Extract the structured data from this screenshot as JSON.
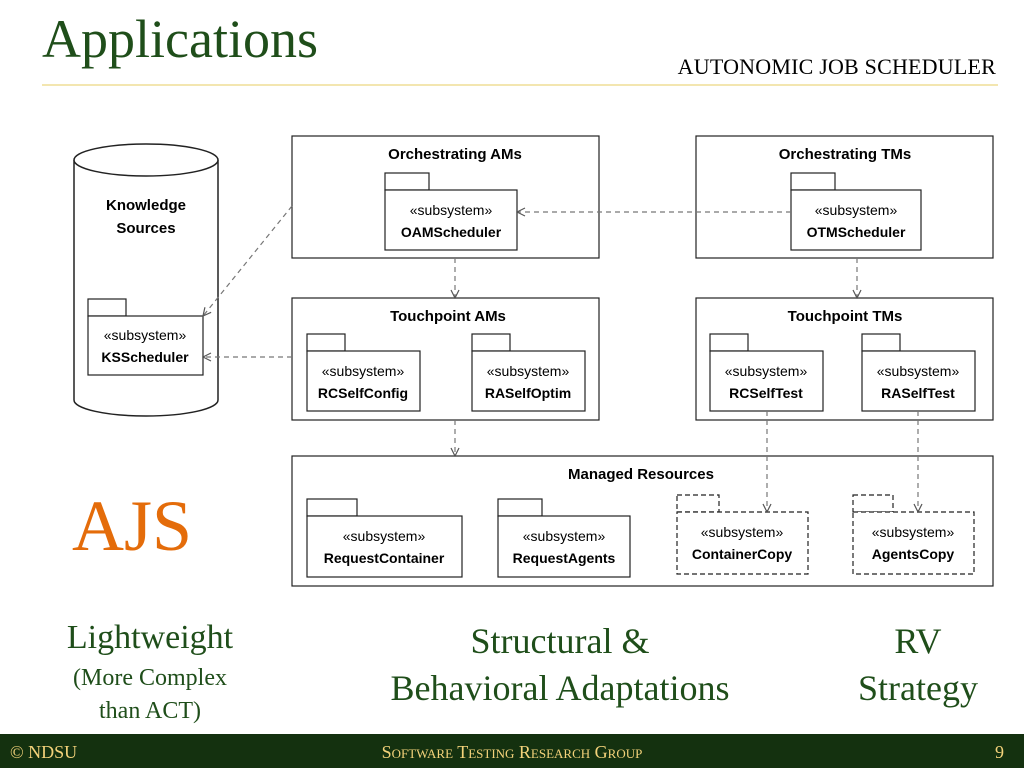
{
  "header": {
    "title": "Applications",
    "subtitle": "AUTONOMIC JOB SCHEDULER"
  },
  "diagram": {
    "knowledge_sources": {
      "label_line1": "Knowledge",
      "label_line2": "Sources",
      "subsystem": {
        "stereotype": "«subsystem»",
        "name": "KSScheduler"
      }
    },
    "orchestrating_ams": {
      "label": "Orchestrating AMs",
      "subsystem": {
        "stereotype": "«subsystem»",
        "name": "OAMScheduler"
      }
    },
    "orchestrating_tms": {
      "label": "Orchestrating TMs",
      "subsystem": {
        "stereotype": "«subsystem»",
        "name": "OTMScheduler"
      }
    },
    "touchpoint_ams": {
      "label": "Touchpoint AMs",
      "subsystems": [
        {
          "stereotype": "«subsystem»",
          "name": "RCSelfConfig"
        },
        {
          "stereotype": "«subsystem»",
          "name": "RASelfOptim"
        }
      ]
    },
    "touchpoint_tms": {
      "label": "Touchpoint TMs",
      "subsystems": [
        {
          "stereotype": "«subsystem»",
          "name": "RCSelfTest"
        },
        {
          "stereotype": "«subsystem»",
          "name": "RASelfTest"
        }
      ]
    },
    "managed_resources": {
      "label": "Managed Resources",
      "subsystems": [
        {
          "stereotype": "«subsystem»",
          "name": "RequestContainer"
        },
        {
          "stereotype": "«subsystem»",
          "name": "RequestAgents"
        },
        {
          "stereotype": "«subsystem»",
          "name": "ContainerCopy"
        },
        {
          "stereotype": "«subsystem»",
          "name": "AgentsCopy"
        }
      ]
    }
  },
  "labels": {
    "ajs": "AJS",
    "lightweight": "Lightweight",
    "lightweight_note_1": "(More Complex",
    "lightweight_note_2": "than ACT)",
    "structural_1": "Structural &",
    "structural_2": "Behavioral  Adaptations",
    "rv_1": "RV",
    "rv_2": "Strategy"
  },
  "footer": {
    "left": "© NDSU",
    "center": "Software Testing Research Group",
    "page": "9"
  },
  "colors": {
    "title": "#1f4e1a",
    "accent_orange": "#e46c0a",
    "footer_bg": "#14310f",
    "footer_text": "#f3d27a"
  }
}
